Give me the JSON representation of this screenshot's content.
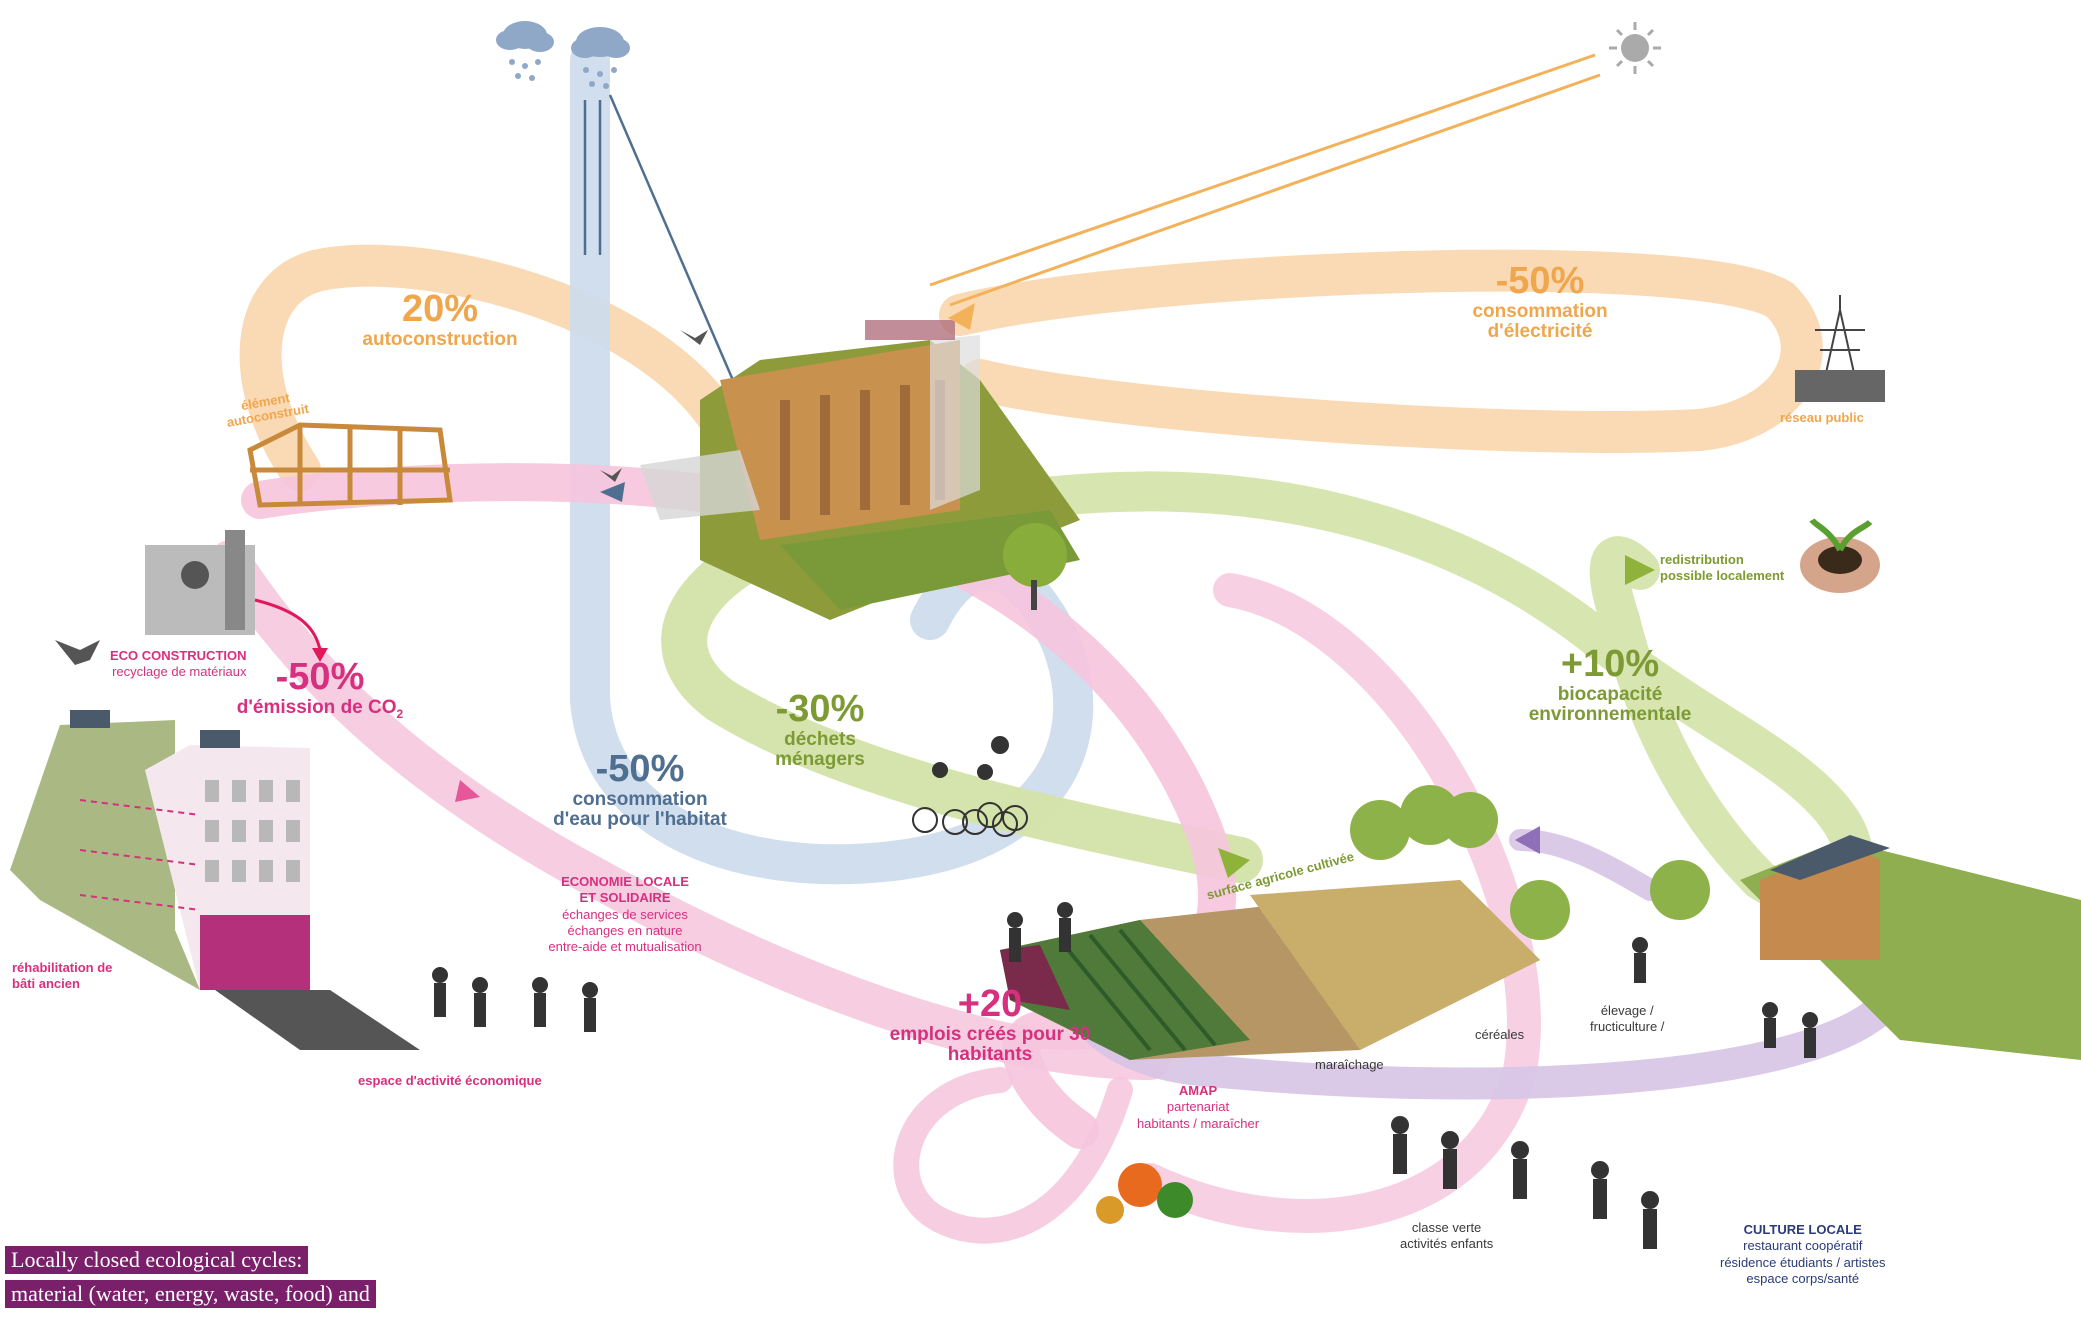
{
  "colors": {
    "orange": "#f6c48a",
    "green": "#c6d99a",
    "blue": "#c7d6e8",
    "pink": "#f3b6d4",
    "purple": "#c9b3dc",
    "caption_bg": "#7a1f6a"
  },
  "labels": {
    "autoconstruction": {
      "value": "20%",
      "text": "autoconstruction"
    },
    "element_autoconstruit": "élément\nautoconstruit",
    "electricite": {
      "value": "-50%",
      "line1": "consommation",
      "line2": "d'électricité"
    },
    "reseau_public": "réseau public",
    "redistribution": {
      "line1": "redistribution",
      "line2": "possible localement"
    },
    "biocapacite": {
      "value": "+10%",
      "line1": "biocapacité",
      "line2": "environnementale"
    },
    "dechets": {
      "value": "-30%",
      "line1": "déchets",
      "line2": "ménagers"
    },
    "eau": {
      "value": "-50%",
      "line1": "consommation",
      "line2": "d'eau pour l'habitat"
    },
    "co2": {
      "value": "-50%",
      "text": "d'émission de CO",
      "sub": "2"
    },
    "eco_construction": {
      "title": "ECO CONSTRUCTION",
      "sub": "recyclage de matériaux"
    },
    "economie_locale": {
      "title1": "ECONOMIE LOCALE",
      "title2": "ET SOLIDAIRE",
      "l1": "échanges de services",
      "l2": "échanges en nature",
      "l3": "entre-aide et mutualisation"
    },
    "emplois": {
      "value": "+20",
      "line1": "emplois créés pour 30",
      "line2": "habitants"
    },
    "rehabilitation": {
      "line1": "réhabilitation de",
      "line2": "bâti ancien"
    },
    "espace_activite": "espace d'activité économique",
    "surface_agricole": "surface agricole cultivée",
    "cereales": "céréales",
    "elevage": {
      "line1": "élevage /",
      "line2": "fructiculture /"
    },
    "maraichage": "maraîchage",
    "amap": {
      "title": "AMAP",
      "l1": "partenariat",
      "l2": "habitants / maraîcher"
    },
    "classe_verte": {
      "line1": "classe verte",
      "line2": "activités enfants"
    },
    "culture_locale": {
      "title": "CULTURE LOCALE",
      "l1": "restaurant coopératif",
      "l2": "résidence étudiants / artistes",
      "l3": "espace corps/santé"
    }
  },
  "caption": {
    "line1": "Locally closed ecological cycles:",
    "line2": "material (water, energy, waste, food) and"
  }
}
